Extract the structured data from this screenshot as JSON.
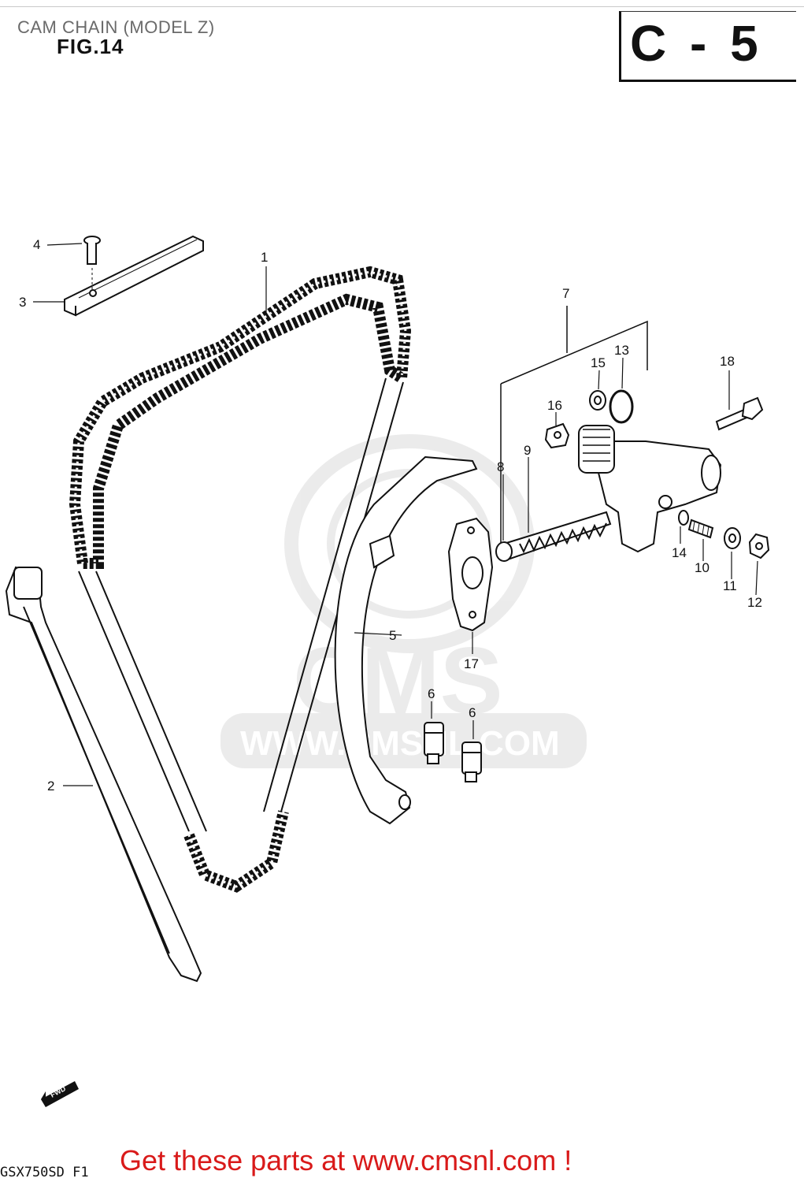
{
  "header": {
    "title": "CAM CHAIN (MODEL Z)",
    "figure": "FIG.14",
    "section_code": "C - 5"
  },
  "watermark": {
    "brand": "CMS",
    "url": "WWW.CMSNL.COM"
  },
  "callouts": [
    "1",
    "2",
    "3",
    "4",
    "5",
    "6",
    "6",
    "7",
    "8",
    "9",
    "10",
    "11",
    "12",
    "13",
    "14",
    "15",
    "16",
    "17",
    "18"
  ],
  "direction_marker": "FWD",
  "footer": {
    "link_text": "Get these parts at www.cmsnl.com !",
    "model_code": "GSX750SD F1"
  },
  "colors": {
    "line": "#111111",
    "link": "#d91a1a",
    "header_text": "#6a6a6a",
    "watermark": "#c8c8c8"
  }
}
